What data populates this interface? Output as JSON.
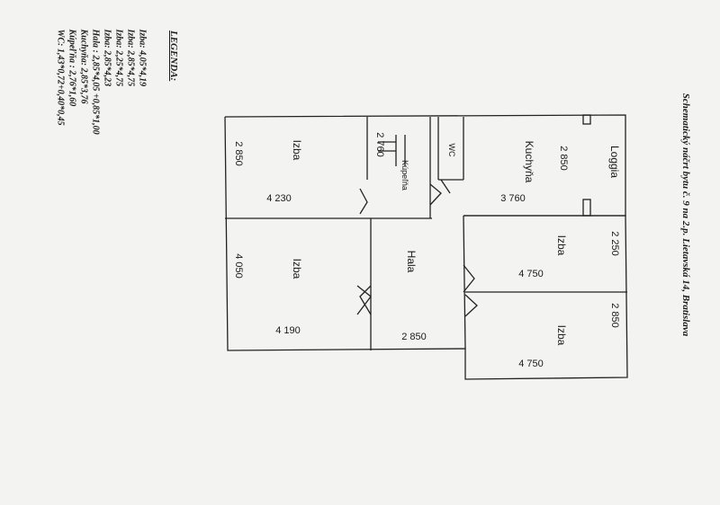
{
  "title": "Schematický náčrt bytu č. 9 na 2.p. Lietavská 14, Bratislava",
  "legend": {
    "heading": "LEGENDA:",
    "items": [
      "Izba: 4,05*4,19",
      "Izba: 2,85*4,75",
      "Izba: 2,25*4,75",
      "Izba: 2,85*4,23",
      "Hala : 2,85*4,05 +0,85*1,00",
      "Kuchyňa: 2,85*3,76",
      "Kúpeľňa : 2,76*1,60",
      "WC: 1,43*0,72+0,40*0,45"
    ]
  },
  "rooms": {
    "loggia": "Loggia",
    "kuchyna": "Kuchyňa",
    "wc": "WC",
    "kupelna": "Kúpeľňa",
    "izba_top_left": "Izba",
    "izba_bottom_left": "Izba",
    "hala": "Hala",
    "izba_mid_right": "Izba",
    "izba_bottom_right": "Izba"
  },
  "dimensions": {
    "kuchyna_w": "2 850",
    "kuchyna_l": "3 760",
    "kupelna_w": "2 760",
    "izba1_w": "2 850",
    "izba1_l": "4 230",
    "izba2_w": "4 050",
    "izba2_l": "4 190",
    "hala_l": "2 850",
    "izba3_w": "2 250",
    "izba3_l": "4 750",
    "izba4_w": "2 850",
    "izba4_l": "4 750"
  }
}
